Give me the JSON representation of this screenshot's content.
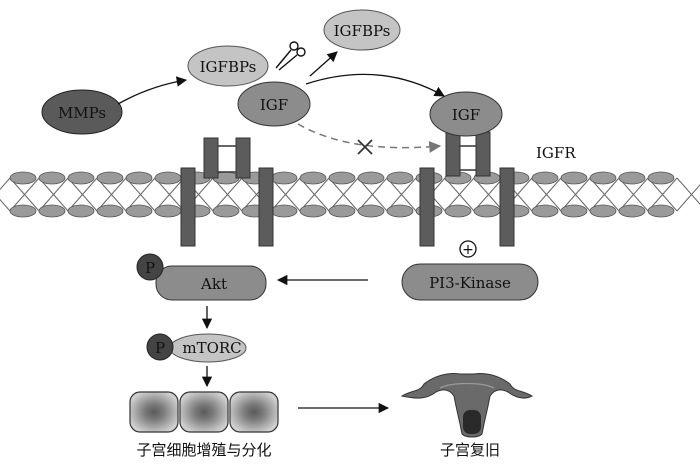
{
  "nodes": {
    "mmps": "MMPs",
    "igfbps_bound": "IGFBPs",
    "igfbps_free": "IGFBPs",
    "igf_free": "IGF",
    "igf_bound": "IGF",
    "igfr": "IGFR",
    "akt": "Akt",
    "akt_p": "P",
    "mtorc": "mTORC",
    "mtorc_p": "P",
    "pi3k": "PI3-Kinase",
    "pi3k_sign": "+"
  },
  "captions": {
    "cells": "子宫细胞增殖与分化",
    "uterus": "子宫复旧"
  },
  "colors": {
    "membrane_fill": "#9a9a9a",
    "receptor_fill": "#5c5c5c",
    "node_fill": "#8c8c8c",
    "light_fill": "#c4c4c4",
    "dark_fill": "#444444",
    "arrow": "#111111",
    "dashed": "#777777"
  },
  "icons": [
    "scissors-icon",
    "blocked-x-icon",
    "uterus-icon"
  ]
}
